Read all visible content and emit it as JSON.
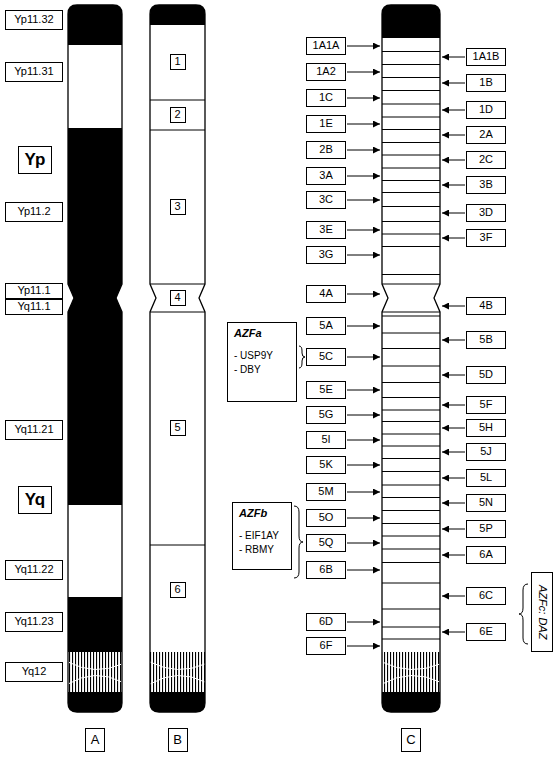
{
  "diagram": {
    "nodes": [
      {
        "text": [
          "Yp11.32"
        ]
      },
      {
        "text": [
          "Yp11.31"
        ]
      },
      {
        "text": [
          "Yp"
        ]
      },
      {
        "text": [
          "Yp11.2"
        ]
      },
      {
        "text": [
          "Yp11.1"
        ]
      },
      {
        "text": [
          "Yq11.1"
        ]
      },
      {
        "text": [
          "Yq11.21"
        ]
      },
      {
        "text": [
          "Yq"
        ]
      },
      {
        "text": [
          "Yq11.22"
        ]
      },
      {
        "text": [
          "Yq11.23"
        ]
      },
      {
        "text": [
          "Yq12"
        ]
      },
      {
        "text": [
          "1"
        ]
      },
      {
        "text": [
          "2"
        ]
      },
      {
        "text": [
          "3"
        ]
      },
      {
        "text": [
          "4"
        ]
      },
      {
        "text": [
          "5"
        ]
      },
      {
        "text": [
          "6"
        ]
      },
      {
        "text": [
          "1A1A"
        ]
      },
      {
        "text": [
          "1A1B"
        ]
      },
      {
        "text": [
          "1A2"
        ]
      },
      {
        "text": [
          "1B"
        ]
      },
      {
        "text": [
          "1C"
        ]
      },
      {
        "text": [
          "1D"
        ]
      },
      {
        "text": [
          "1E"
        ]
      },
      {
        "text": [
          "2A"
        ]
      },
      {
        "text": [
          "2B"
        ]
      },
      {
        "text": [
          "2C"
        ]
      },
      {
        "text": [
          "3A"
        ]
      },
      {
        "text": [
          "3B"
        ]
      },
      {
        "text": [
          "3C"
        ]
      },
      {
        "text": [
          "3D"
        ]
      },
      {
        "text": [
          "3E"
        ]
      },
      {
        "text": [
          "3F"
        ]
      },
      {
        "text": [
          "3G"
        ]
      },
      {
        "text": [
          "4A"
        ]
      },
      {
        "text": [
          "4B"
        ]
      },
      {
        "text": [
          "5A"
        ]
      },
      {
        "text": [
          "5B"
        ]
      },
      {
        "text": [
          "AZFa",
          "- USP9Y",
          "- DBY"
        ]
      },
      {
        "text": [
          "5C"
        ]
      },
      {
        "text": [
          "5D"
        ]
      },
      {
        "text": [
          "5E"
        ]
      },
      {
        "text": [
          "5F"
        ]
      },
      {
        "text": [
          "5G"
        ]
      },
      {
        "text": [
          "5H"
        ]
      },
      {
        "text": [
          "5I"
        ]
      },
      {
        "text": [
          "5J"
        ]
      },
      {
        "text": [
          "5K"
        ]
      },
      {
        "text": [
          "5L"
        ]
      },
      {
        "text": [
          "5M"
        ]
      },
      {
        "text": [
          "5N"
        ]
      },
      {
        "text": [
          "AZFb",
          "- EIF1AY",
          "- RBMY"
        ]
      },
      {
        "text": [
          "5O"
        ]
      },
      {
        "text": [
          "5P"
        ]
      },
      {
        "text": [
          "5Q"
        ]
      },
      {
        "text": [
          "6A"
        ]
      },
      {
        "text": [
          "6B"
        ]
      },
      {
        "text": [
          "6C"
        ]
      },
      {
        "text": [
          "AZFc: DAZ"
        ]
      },
      {
        "text": [
          "6D"
        ]
      },
      {
        "text": [
          "6E"
        ]
      },
      {
        "text": [
          "6F"
        ]
      },
      {
        "text": [
          "A"
        ]
      },
      {
        "text": [
          "B"
        ]
      },
      {
        "text": [
          "C"
        ]
      }
    ]
  }
}
